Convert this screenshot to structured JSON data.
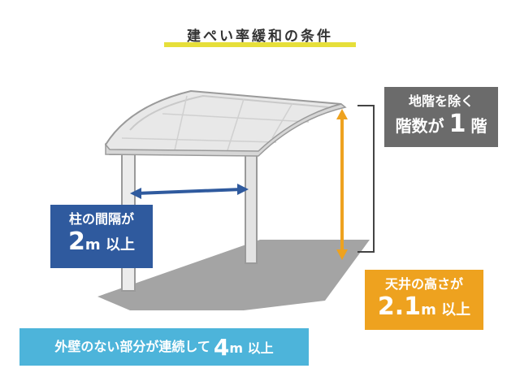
{
  "title": "建ぺい率緩和の条件",
  "conditions": {
    "span": {
      "text": "柱の間隔が",
      "value": "2",
      "unit": "m 以上"
    },
    "floors": {
      "line1": "地階を除く",
      "prefix": "階数が",
      "value": "1",
      "suffix": "階"
    },
    "height": {
      "text": "天井の高さが",
      "value": "2.1",
      "unit": "m 以上"
    },
    "wall": {
      "text": "外壁のない部分が連続して",
      "value": "4",
      "unit": "m 以上"
    }
  },
  "colors": {
    "span_label": "#2f5a9e",
    "floors_label": "#6b6b6b",
    "height_label": "#eea21f",
    "wall_label": "#4db4da",
    "title_underline": "#e6df3a",
    "span_arrow": "#2f5a9e",
    "height_arrow": "#eea21f",
    "shadow": "#9a9a9a"
  }
}
